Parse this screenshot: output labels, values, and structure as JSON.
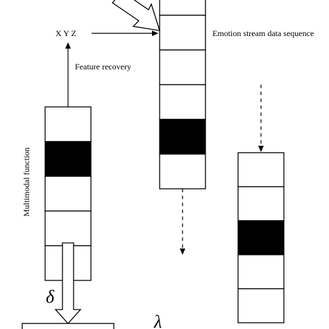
{
  "labels": {
    "xyz": "X Y Z",
    "feature_recovery": "Feature recovery",
    "emotion_stream": "Emotion stream data sequence",
    "multimodal_function": "Multimodal function",
    "delta": "δ",
    "lambda": "λ"
  },
  "colors": {
    "stroke": "#000000",
    "filled_cell": "#000000",
    "empty_cell": "#ffffff"
  },
  "stacks": [
    {
      "name": "center-stack",
      "cells": [
        "empty",
        "empty",
        "empty",
        "empty",
        "filled",
        "empty"
      ]
    },
    {
      "name": "left-stack",
      "cells": [
        "empty",
        "filled",
        "empty",
        "empty",
        "empty"
      ]
    },
    {
      "name": "right-stack",
      "cells": [
        "empty",
        "empty",
        "filled",
        "empty",
        "empty"
      ]
    }
  ]
}
